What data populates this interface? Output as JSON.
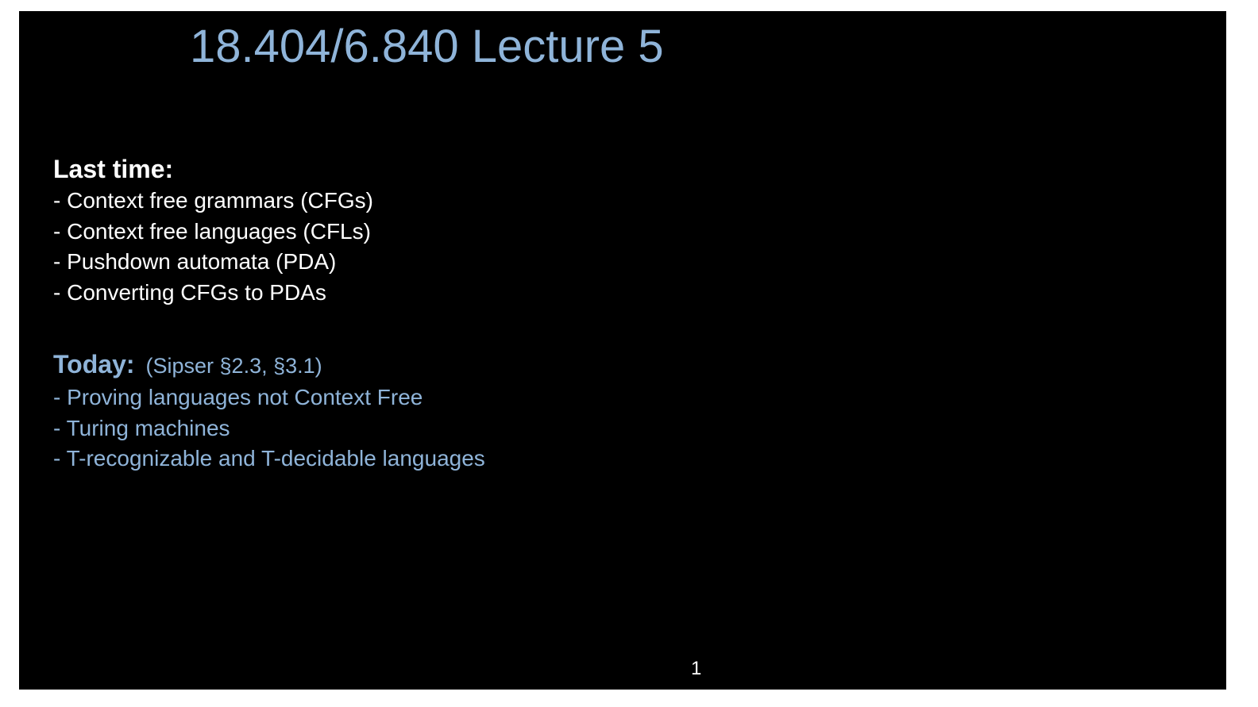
{
  "slide": {
    "title": "18.404/6.840  Lecture 5",
    "page_number": "1"
  },
  "last_time": {
    "heading": "Last time:",
    "items": [
      "- Context free grammars (CFGs)",
      "- Context free languages (CFLs)",
      "- Pushdown automata (PDA)",
      "- Converting CFGs to PDAs"
    ]
  },
  "today": {
    "heading": "Today:",
    "reference": "(Sipser §2.3, §3.1)",
    "items": [
      "- Proving languages not Context Free",
      "- Turing machines",
      "- T-recognizable and T-decidable languages"
    ]
  },
  "colors": {
    "background": "#000000",
    "accent": "#8fb4d9",
    "text": "#ffffff"
  }
}
